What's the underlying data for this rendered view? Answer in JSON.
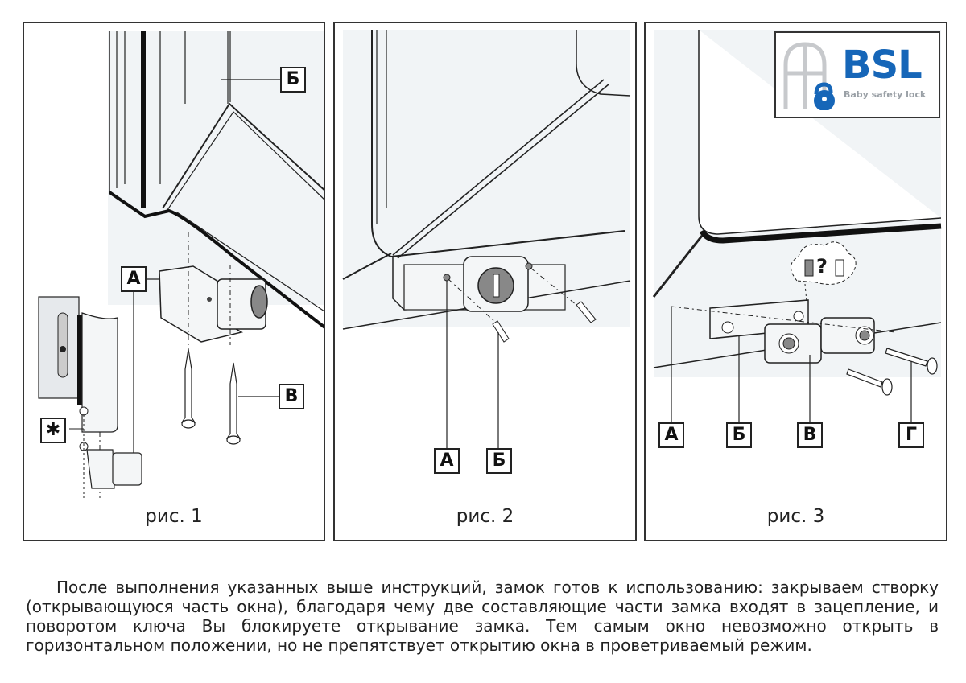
{
  "figures": [
    {
      "id": "fig1",
      "caption": "рис. 1",
      "labels": {
        "a": "А",
        "b": "Б",
        "v": "В",
        "star": "✱"
      }
    },
    {
      "id": "fig2",
      "caption": "рис. 2",
      "labels": {
        "a": "А",
        "b": "Б"
      }
    },
    {
      "id": "fig3",
      "caption": "рис. 3",
      "labels": {
        "a": "А",
        "b": "Б",
        "v": "В",
        "g": "Г"
      },
      "callout": "?",
      "logo": {
        "brand": "BSL",
        "tagline": "Baby safety lock",
        "brand_color": "#1666b8"
      }
    }
  ],
  "instructions": "После выполнения указанных выше инструкций, замок готов к использованию: закрываем створку (открывающуюся часть окна), благодаря чему две составляющие части замка входят в зацепление, и поворотом ключа Вы блокируете открывание замка. Тем самым окно невозможно открыть в горизонтальном положении, но не препятствует открытию окна в проветриваемый режим."
}
